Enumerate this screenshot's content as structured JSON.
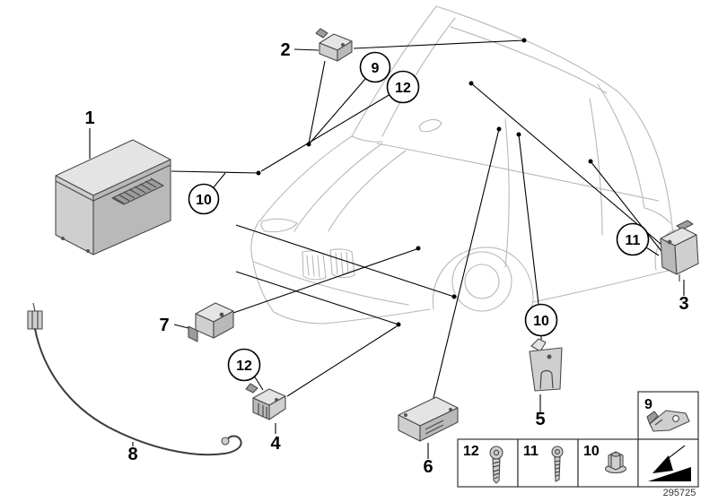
{
  "diagram": {
    "number": "295725"
  },
  "callouts": {
    "part1": "1",
    "part2": "2",
    "part3": "3",
    "part4": "4",
    "part5": "5",
    "part6": "6",
    "part7": "7",
    "part8": "8",
    "fastener9": "9",
    "fastener10": "10",
    "fastener11": "11",
    "fastener12": "12"
  },
  "illustrations": [
    {
      "callout": "1",
      "kind": "control-module"
    },
    {
      "callout": "2",
      "kind": "small-sensor"
    },
    {
      "callout": "3",
      "kind": "sensor-with-bracket"
    },
    {
      "callout": "4",
      "kind": "clip-sensor"
    },
    {
      "callout": "5",
      "kind": "holder-bracket"
    },
    {
      "callout": "6",
      "kind": "control-unit"
    },
    {
      "callout": "7",
      "kind": "impact-sensor"
    },
    {
      "callout": "8",
      "kind": "wiring-cable"
    }
  ],
  "legend": {
    "items": [
      {
        "label": "12",
        "icon": "torx-pan-head-screw"
      },
      {
        "label": "11",
        "icon": "torx-cheese-head-screw"
      },
      {
        "label": "10",
        "icon": "hex-flange-nut"
      },
      {
        "label": "9",
        "icon": "mounting-bracket"
      }
    ],
    "direction_icon": "viewing-direction-arrow"
  },
  "colors": {
    "car_outline": "#b8b8b8",
    "part_stroke": "#4a4a4a",
    "leader": "#000000",
    "part_fill_light": "#e4e4e4",
    "part_fill_mid": "#cfcfcf",
    "part_fill_dark": "#b9b9b9",
    "part_fill_deep": "#9c9c9c"
  }
}
